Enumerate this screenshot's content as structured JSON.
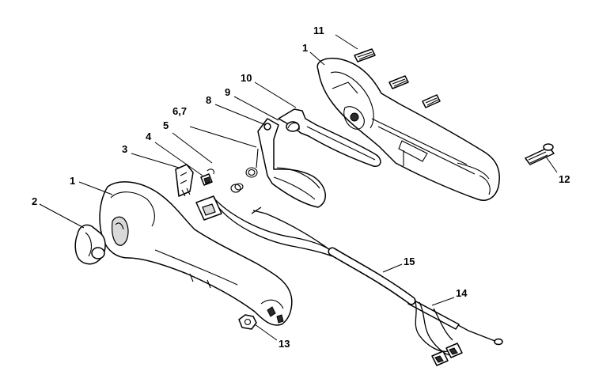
{
  "diagram": {
    "parts": [
      {
        "id": "p11",
        "label": "11"
      },
      {
        "id": "p1a",
        "label": "1"
      },
      {
        "id": "p10",
        "label": "10"
      },
      {
        "id": "p9",
        "label": "9"
      },
      {
        "id": "p8",
        "label": "8"
      },
      {
        "id": "p67",
        "label": "6,7"
      },
      {
        "id": "p5",
        "label": "5"
      },
      {
        "id": "p4",
        "label": "4"
      },
      {
        "id": "p3",
        "label": "3"
      },
      {
        "id": "p1b",
        "label": "1"
      },
      {
        "id": "p2",
        "label": "2"
      },
      {
        "id": "p12",
        "label": "12"
      },
      {
        "id": "p15",
        "label": "15"
      },
      {
        "id": "p14",
        "label": "14"
      },
      {
        "id": "p13",
        "label": "13"
      }
    ]
  }
}
